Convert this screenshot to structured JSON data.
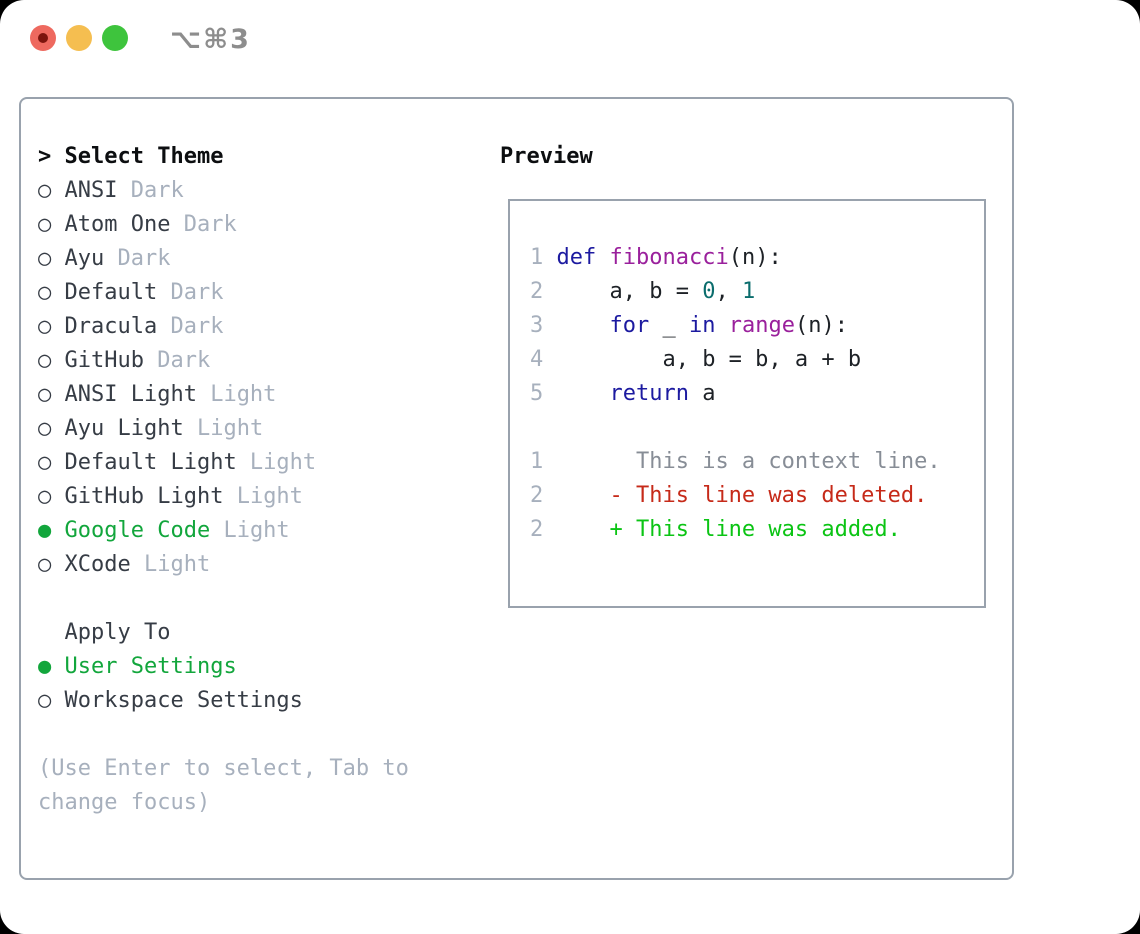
{
  "window": {
    "titlebar": {
      "shortcut_label": "⌥⌘3",
      "traffic_lights": [
        {
          "name": "close",
          "color": "#ee695f",
          "dot_color": "#7c140d"
        },
        {
          "name": "minimize",
          "color": "#f5be50"
        },
        {
          "name": "zoom",
          "color": "#3ec43d"
        }
      ]
    }
  },
  "theme_picker": {
    "header_prefix": "> ",
    "header": "Select Theme",
    "bullet_selected": "●",
    "bullet_unselected": "○",
    "items": [
      {
        "name": "ANSI",
        "variant": "Dark",
        "selected": false
      },
      {
        "name": "Atom One",
        "variant": "Dark",
        "selected": false
      },
      {
        "name": "Ayu",
        "variant": "Dark",
        "selected": false
      },
      {
        "name": "Default",
        "variant": "Dark",
        "selected": false
      },
      {
        "name": "Dracula",
        "variant": "Dark",
        "selected": false
      },
      {
        "name": "GitHub",
        "variant": "Dark",
        "selected": false
      },
      {
        "name": "ANSI Light",
        "variant": "Light",
        "selected": false
      },
      {
        "name": "Ayu Light",
        "variant": "Light",
        "selected": false
      },
      {
        "name": "Default Light",
        "variant": "Light",
        "selected": false
      },
      {
        "name": "GitHub Light",
        "variant": "Light",
        "selected": false
      },
      {
        "name": "Google Code",
        "variant": "Light",
        "selected": true
      },
      {
        "name": "XCode",
        "variant": "Light",
        "selected": false
      }
    ]
  },
  "apply_to": {
    "header": "Apply To",
    "items": [
      {
        "name": "User Settings",
        "selected": true
      },
      {
        "name": "Workspace Settings",
        "selected": false
      }
    ]
  },
  "help": {
    "lines": [
      "(Use Enter to select, Tab to",
      "change focus)"
    ]
  },
  "preview": {
    "header": "Preview",
    "code_lines": [
      {
        "num": "1",
        "tokens": [
          [
            "keyword",
            "def"
          ],
          [
            "plain",
            " "
          ],
          [
            "function",
            "fibonacci"
          ],
          [
            "plain",
            "(n):"
          ]
        ]
      },
      {
        "num": "2",
        "tokens": [
          [
            "plain",
            "    a, b = "
          ],
          [
            "number",
            "0"
          ],
          [
            "plain",
            ", "
          ],
          [
            "number",
            "1"
          ]
        ]
      },
      {
        "num": "3",
        "tokens": [
          [
            "plain",
            "    "
          ],
          [
            "keyword",
            "for"
          ],
          [
            "plain",
            " _ "
          ],
          [
            "keyword",
            "in"
          ],
          [
            "plain",
            " "
          ],
          [
            "function",
            "range"
          ],
          [
            "plain",
            "(n):"
          ]
        ]
      },
      {
        "num": "4",
        "tokens": [
          [
            "plain",
            "        a, b = b, a + b"
          ]
        ]
      },
      {
        "num": "5",
        "tokens": [
          [
            "plain",
            "    "
          ],
          [
            "keyword",
            "return"
          ],
          [
            "plain",
            " a"
          ]
        ]
      }
    ],
    "diff_lines": [
      {
        "num": "1",
        "tokens": [
          [
            "context",
            "      This is a context line."
          ]
        ]
      },
      {
        "num": "2",
        "tokens": [
          [
            "deleted",
            "    - This line was deleted."
          ]
        ]
      },
      {
        "num": "2",
        "tokens": [
          [
            "added",
            "    + This line was added."
          ]
        ]
      }
    ]
  },
  "colors": {
    "accent_green": "#12a63c",
    "diff_red": "#c62a19",
    "diff_green": "#0bc414",
    "syntax_keyword": "#1c1aa0",
    "syntax_function": "#9a209c",
    "syntax_number": "#0b6d6d",
    "muted_gray": "#a7b0bd",
    "context_gray": "#878d96",
    "border_gray": "#99a2ad"
  }
}
